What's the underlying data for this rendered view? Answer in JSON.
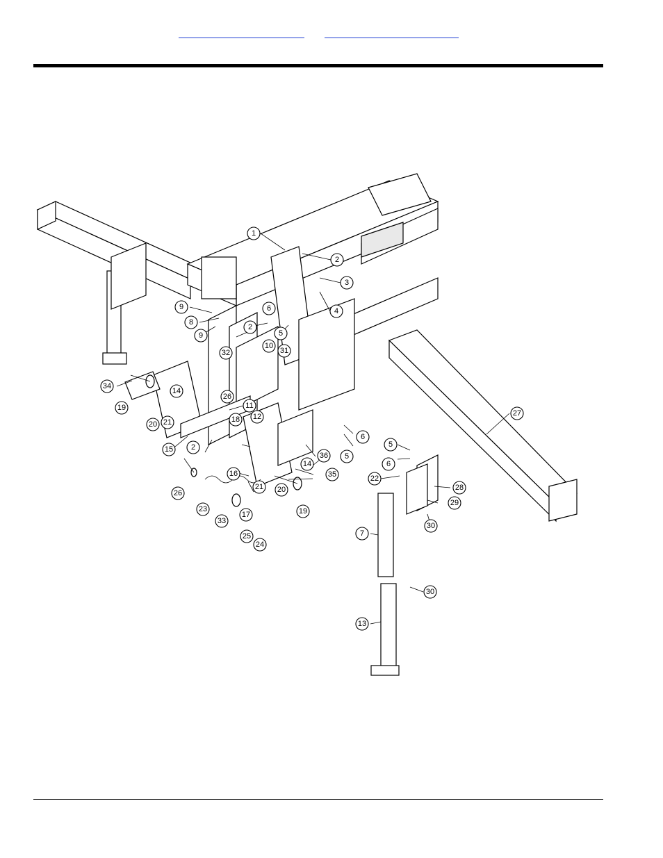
{
  "header": {
    "links": [
      {
        "text": ""
      },
      {
        "text": ""
      }
    ]
  },
  "diagram": {
    "callouts": [
      {
        "n": "1"
      },
      {
        "n": "2"
      },
      {
        "n": "3"
      },
      {
        "n": "4"
      },
      {
        "n": "9"
      },
      {
        "n": "8"
      },
      {
        "n": "9"
      },
      {
        "n": "6"
      },
      {
        "n": "5"
      },
      {
        "n": "2"
      },
      {
        "n": "32"
      },
      {
        "n": "10"
      },
      {
        "n": "31"
      },
      {
        "n": "34"
      },
      {
        "n": "19"
      },
      {
        "n": "14"
      },
      {
        "n": "20"
      },
      {
        "n": "21"
      },
      {
        "n": "26"
      },
      {
        "n": "11"
      },
      {
        "n": "18"
      },
      {
        "n": "12"
      },
      {
        "n": "15"
      },
      {
        "n": "2"
      },
      {
        "n": "6"
      },
      {
        "n": "5"
      },
      {
        "n": "14"
      },
      {
        "n": "36"
      },
      {
        "n": "26"
      },
      {
        "n": "16"
      },
      {
        "n": "35"
      },
      {
        "n": "23"
      },
      {
        "n": "33"
      },
      {
        "n": "17"
      },
      {
        "n": "21"
      },
      {
        "n": "20"
      },
      {
        "n": "19"
      },
      {
        "n": "25"
      },
      {
        "n": "24"
      },
      {
        "n": "27"
      },
      {
        "n": "5"
      },
      {
        "n": "6"
      },
      {
        "n": "22"
      },
      {
        "n": "28"
      },
      {
        "n": "29"
      },
      {
        "n": "30"
      },
      {
        "n": "7"
      },
      {
        "n": "30"
      },
      {
        "n": "13"
      }
    ]
  }
}
